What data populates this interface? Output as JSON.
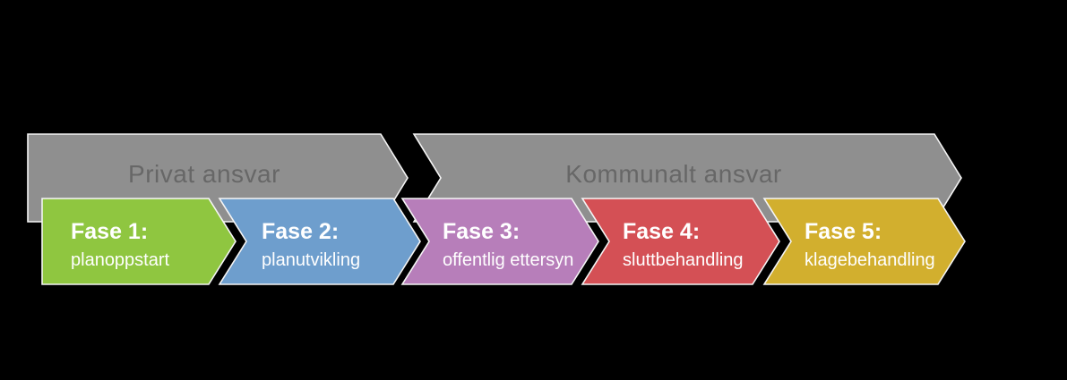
{
  "colors": {
    "background": "#000000",
    "banner_fill": "#8F8F8F",
    "banner_text": "#676767",
    "outline": "#F5F5F5",
    "phase_text": "#FFFFFF"
  },
  "banners": [
    {
      "label": "Privat ansvar"
    },
    {
      "label": "Kommunalt ansvar"
    }
  ],
  "phases": [
    {
      "title": "Fase 1:",
      "subtitle": "planoppstart",
      "color": "#8FC640"
    },
    {
      "title": "Fase 2:",
      "subtitle": "planutvikling",
      "color": "#6E9ECD"
    },
    {
      "title": "Fase 3:",
      "subtitle": "offentlig ettersyn",
      "color": "#B77EBA"
    },
    {
      "title": "Fase 4:",
      "subtitle": "sluttbehandling",
      "color": "#D45055"
    },
    {
      "title": "Fase 5:",
      "subtitle": "klagebehandling",
      "color": "#D2AF2E"
    }
  ]
}
